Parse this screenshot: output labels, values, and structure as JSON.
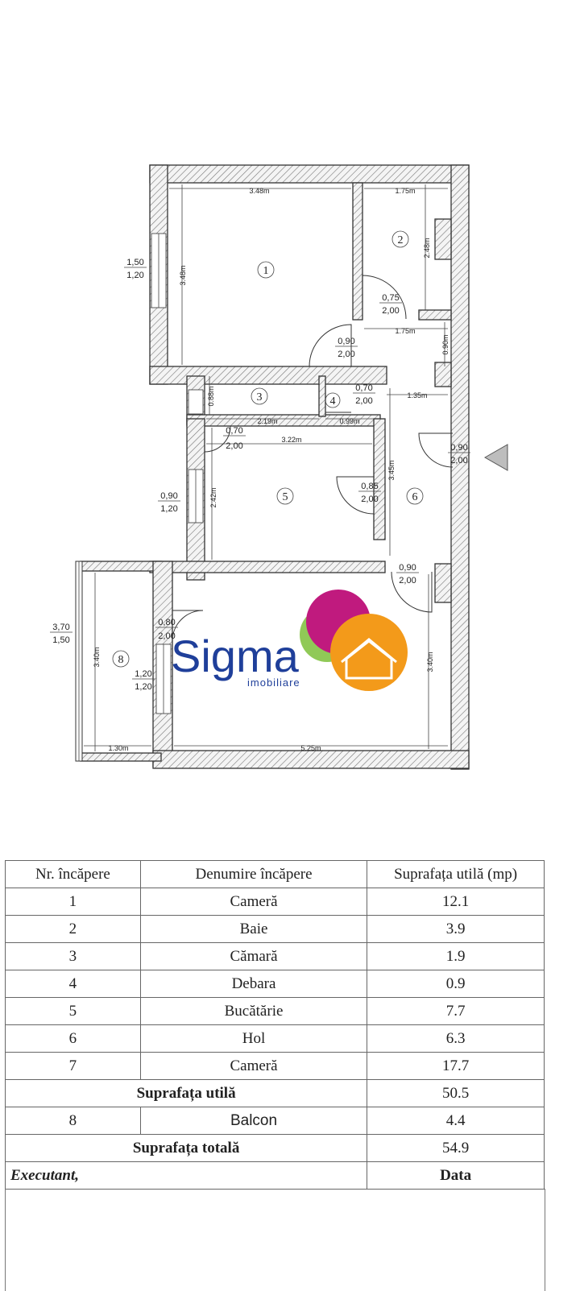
{
  "plan": {
    "room_numbers": [
      "1",
      "2",
      "3",
      "4",
      "5",
      "6",
      "8"
    ],
    "dimensions": {
      "r1_width": "3.48m",
      "r1_height": "3.48m",
      "r2_width": "1.75m",
      "r2_height": "2.48m",
      "r2_bottom": "1.75m",
      "hall_right": "0.90m",
      "r3_height": "0.88m",
      "r3_width": "2.19m",
      "r4_width": "0.99m",
      "hall_width": "1.35m",
      "r5_width": "3.22m",
      "r5_height": "2.42m",
      "hall_height": "3.45m",
      "r7_height": "3.40m",
      "r7_width": "5.25m",
      "r8_height": "3.40m",
      "r8_width": "1.30m"
    },
    "openings": {
      "window_r1": [
        "1,50",
        "1,20"
      ],
      "door_r2": [
        "0,75",
        "2,00"
      ],
      "door_r1": [
        "0,90",
        "2,00"
      ],
      "door_r4": [
        "0,70",
        "2,00"
      ],
      "door_r3": [
        "0,70",
        "2,00"
      ],
      "door_entry": [
        "0,90",
        "2,00"
      ],
      "window_r5": [
        "0,90",
        "1,20"
      ],
      "door_r5": [
        "0,85",
        "2,00"
      ],
      "door_r7": [
        "0,90",
        "2,00"
      ],
      "door_r8": [
        "0,80",
        "2,00"
      ],
      "window_r8": [
        "1,20",
        "1,20"
      ],
      "balcony_window": [
        "3,70",
        "1,50"
      ]
    }
  },
  "logo": {
    "brand": "Sigma",
    "tagline": "imobiliare",
    "colors": {
      "text": "#1f3f9a",
      "magenta": "#c01a7e",
      "orange": "#f39a1a",
      "green": "#7cbf3a"
    }
  },
  "table": {
    "headers": [
      "Nr. încăpere",
      "Denumire încăpere",
      "Suprafața utilă (mp)"
    ],
    "rows": [
      {
        "nr": "1",
        "name": "Cameră",
        "area": "12.1"
      },
      {
        "nr": "2",
        "name": "Baie",
        "area": "3.9"
      },
      {
        "nr": "3",
        "name": "Cămară",
        "area": "1.9"
      },
      {
        "nr": "4",
        "name": "Debara",
        "area": "0.9"
      },
      {
        "nr": "5",
        "name": "Bucătărie",
        "area": "7.7"
      },
      {
        "nr": "6",
        "name": "Hol",
        "area": "6.3"
      },
      {
        "nr": "7",
        "name": "Cameră",
        "area": "17.7"
      }
    ],
    "useful_label": "Suprafața utilă",
    "useful_value": "50.5",
    "balcony": {
      "nr": "8",
      "name": "Balcon",
      "area": "4.4"
    },
    "total_label": "Suprafața totală",
    "total_value": "54.9",
    "executant_label": "Executant,",
    "date_label": "Data"
  }
}
